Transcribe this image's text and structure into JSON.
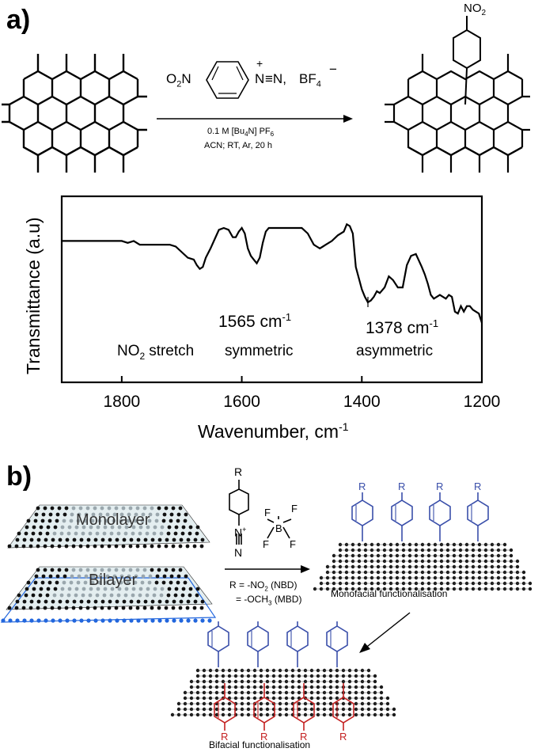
{
  "panel_a": {
    "label": "a)",
    "reagent": {
      "o2n": "O",
      "o2n_sub": "2",
      "o2n_tail": "N",
      "n2": "N",
      "plus": "+",
      "triple": "≡N,",
      "bf4": "BF",
      "bf4_sub": "4",
      "minus": "−"
    },
    "conditions": {
      "line1_a": "0.1 M [Bu",
      "line1_sub1": "4",
      "line1_b": "N] PF",
      "line1_sub2": "6",
      "line2": "ACN; RT, Ar, 20 h"
    },
    "product_label": {
      "main": "NO",
      "sub": "2"
    }
  },
  "chart_data": {
    "type": "line",
    "title": "",
    "xlabel": "Wavenumber, cm",
    "xlabel_sup": "-1",
    "ylabel": "Transmittance (a.u)",
    "xlim": [
      1900,
      1200
    ],
    "ylim": [
      0,
      1
    ],
    "x_ticks": [
      1800,
      1600,
      1400,
      1200
    ],
    "x_tick_labels": [
      "1800",
      "1600",
      "1400",
      "1200"
    ],
    "series": [
      {
        "x": [
          1900,
          1850,
          1800,
          1790,
          1780,
          1770,
          1760,
          1740,
          1720,
          1710,
          1700,
          1690,
          1680,
          1675,
          1670,
          1665,
          1660,
          1652,
          1645,
          1638,
          1630,
          1622,
          1615,
          1610,
          1605,
          1600,
          1595,
          1590,
          1585,
          1580,
          1575,
          1570,
          1565,
          1560,
          1555,
          1548,
          1540,
          1520,
          1500,
          1490,
          1480,
          1475,
          1470,
          1465,
          1460,
          1450,
          1440,
          1430,
          1425,
          1420,
          1415,
          1410,
          1405,
          1400,
          1395,
          1390,
          1385,
          1380,
          1375,
          1370,
          1362,
          1355,
          1348,
          1340,
          1332,
          1325,
          1318,
          1310,
          1300,
          1295,
          1290,
          1285,
          1280,
          1270,
          1260,
          1255,
          1250,
          1245,
          1240,
          1235,
          1230,
          1225,
          1220,
          1215,
          1210,
          1205,
          1200
        ],
        "y": [
          0.76,
          0.76,
          0.76,
          0.75,
          0.76,
          0.74,
          0.74,
          0.74,
          0.74,
          0.73,
          0.7,
          0.67,
          0.66,
          0.63,
          0.61,
          0.62,
          0.67,
          0.72,
          0.77,
          0.82,
          0.83,
          0.82,
          0.78,
          0.78,
          0.81,
          0.83,
          0.8,
          0.72,
          0.68,
          0.66,
          0.64,
          0.67,
          0.75,
          0.81,
          0.83,
          0.83,
          0.83,
          0.83,
          0.83,
          0.8,
          0.74,
          0.73,
          0.72,
          0.73,
          0.74,
          0.76,
          0.79,
          0.81,
          0.85,
          0.84,
          0.8,
          0.62,
          0.56,
          0.5,
          0.46,
          0.43,
          0.44,
          0.46,
          0.49,
          0.48,
          0.51,
          0.57,
          0.55,
          0.51,
          0.51,
          0.63,
          0.68,
          0.69,
          0.62,
          0.58,
          0.53,
          0.47,
          0.45,
          0.47,
          0.45,
          0.47,
          0.46,
          0.38,
          0.37,
          0.41,
          0.38,
          0.41,
          0.41,
          0.39,
          0.38,
          0.37,
          0.32
        ]
      }
    ],
    "annotations": {
      "peak1": {
        "value": "1565 cm",
        "sup": "-1"
      },
      "peak2": {
        "value": "1378 cm",
        "sup": "-1"
      },
      "label_no2": "NO",
      "label_no2_sub": "2",
      "label_stretch": "stretch",
      "label_sym": "symmetric",
      "label_asym": "asymmetric"
    }
  },
  "panel_b": {
    "label": "b)",
    "monolayer": "Monolayer",
    "bilayer": "Bilayer",
    "reagent_r": "R",
    "n_plus": "N",
    "plus": "+",
    "n_bottom": "N",
    "f": "F",
    "b": "B",
    "r_eq_line1": "R = -NO",
    "r_eq_line1_sub": "2",
    "r_eq_line1_tail": "(NBD)",
    "r_eq_line2": "= -OCH",
    "r_eq_line2_sub": "3",
    "r_eq_line2_tail": "(MBD)",
    "mono_caption": "Monofacial functionalisation",
    "bi_caption": "Bifacial functionalisation",
    "r_label": "R",
    "colors": {
      "blue": "#3a4faa",
      "red": "#c42222",
      "lattice": "#1b1b1b",
      "bilayer_bottom": "#2266dd"
    }
  }
}
